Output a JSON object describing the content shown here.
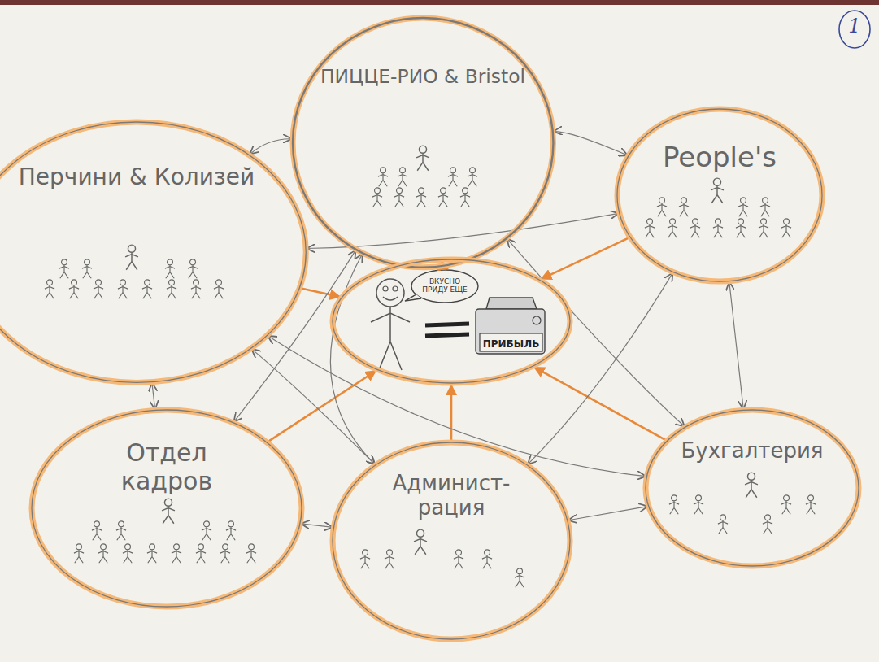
{
  "diagram": {
    "nodes": [
      {
        "text": [
          "Перчини & Колизей"
        ]
      },
      {
        "text": [
          "ПИЦЦЕ-РИО & Bristol"
        ]
      },
      {
        "text": [
          "People's"
        ]
      },
      {
        "text": [
          "ВКУСНО ПРИДУ ЕЩЕ",
          "ПРИБЫЛЬ"
        ]
      },
      {
        "text": [
          "Отдел кадров"
        ]
      },
      {
        "text": [
          "Админист- рация"
        ]
      },
      {
        "text": [
          "Бухгалтерия"
        ]
      }
    ],
    "edges": [
      {
        "from": 1,
        "to": 3,
        "arrow": "to"
      },
      {
        "from": 0,
        "to": 3,
        "arrow": "to"
      },
      {
        "from": 2,
        "to": 3,
        "arrow": "to"
      },
      {
        "from": 4,
        "to": 3,
        "arrow": "to"
      },
      {
        "from": 5,
        "to": 3,
        "arrow": "to"
      },
      {
        "from": 6,
        "to": 3,
        "arrow": "to"
      },
      {
        "from": 1,
        "to": 2,
        "arrow": "both"
      },
      {
        "from": 1,
        "to": 0,
        "arrow": "both"
      },
      {
        "from": 0,
        "to": 2,
        "arrow": "both"
      },
      {
        "from": 0,
        "to": 4,
        "arrow": "both"
      },
      {
        "from": 2,
        "to": 6,
        "arrow": "both"
      },
      {
        "from": 4,
        "to": 5,
        "arrow": "both"
      },
      {
        "from": 5,
        "to": 6,
        "arrow": "both"
      },
      {
        "from": 1,
        "to": 4,
        "arrow": "both"
      },
      {
        "from": 1,
        "to": 5,
        "arrow": "both"
      },
      {
        "from": 1,
        "to": 6,
        "arrow": "both"
      },
      {
        "from": 0,
        "to": 5,
        "arrow": "both"
      },
      {
        "from": 0,
        "to": 6,
        "arrow": "both"
      },
      {
        "from": 2,
        "to": 5,
        "arrow": "both"
      }
    ],
    "labels": [
      "1"
    ]
  }
}
